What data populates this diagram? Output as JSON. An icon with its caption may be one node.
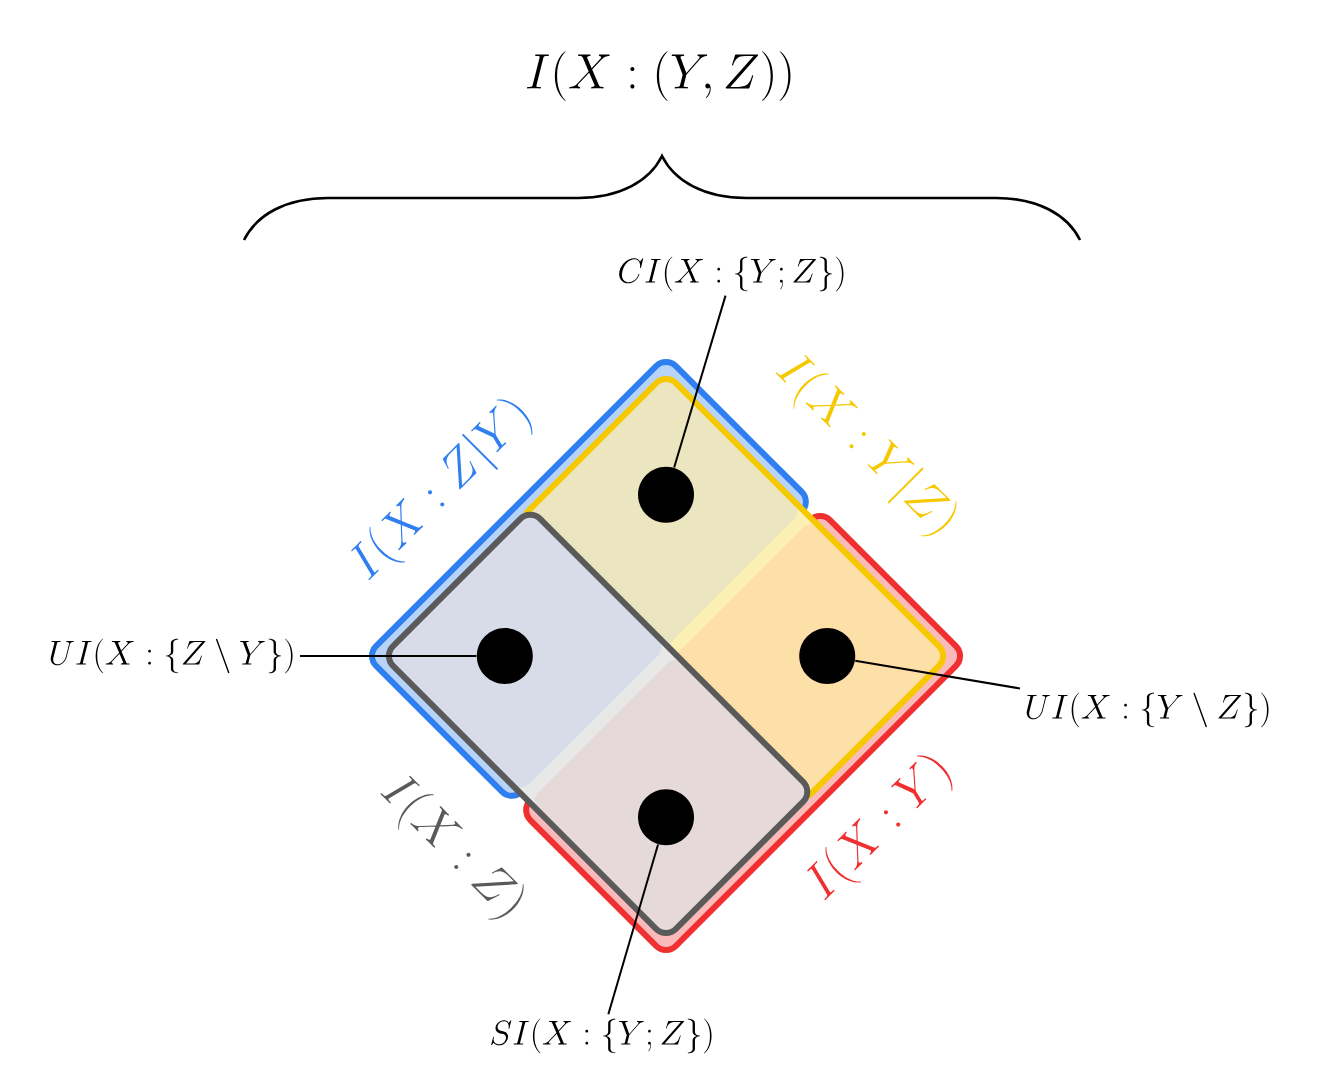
{
  "diagram": {
    "title": "I(X:(Y,Z))",
    "nodes": [
      {
        "text": [
          "I(X:Z|Y)"
        ]
      },
      {
        "text": [
          "I(X:Y|Z)"
        ]
      },
      {
        "text": [
          "I(X:Z)"
        ]
      },
      {
        "text": [
          "I(X:Y)"
        ]
      },
      {
        "text": [],
        "shape": "circle"
      },
      {
        "text": [],
        "shape": "circle"
      },
      {
        "text": [],
        "shape": "circle"
      },
      {
        "text": [],
        "shape": "circle"
      },
      {
        "text": [
          "CI(X:\\{Y;Z\\})"
        ]
      },
      {
        "text": [
          "UI(X:\\{Z\\setminus Y\\})"
        ]
      },
      {
        "text": [
          "UI(X:\\{Y\\setminus Z\\})"
        ]
      },
      {
        "text": [
          "SI(X:\\{Y;Z\\})"
        ]
      }
    ],
    "edges": [
      {
        "from": 8,
        "to": 4,
        "arrow": "none"
      },
      {
        "from": 9,
        "to": 5,
        "arrow": "none"
      },
      {
        "from": 10,
        "to": 6,
        "arrow": "none"
      },
      {
        "from": 11,
        "to": 7,
        "arrow": "none"
      }
    ]
  }
}
